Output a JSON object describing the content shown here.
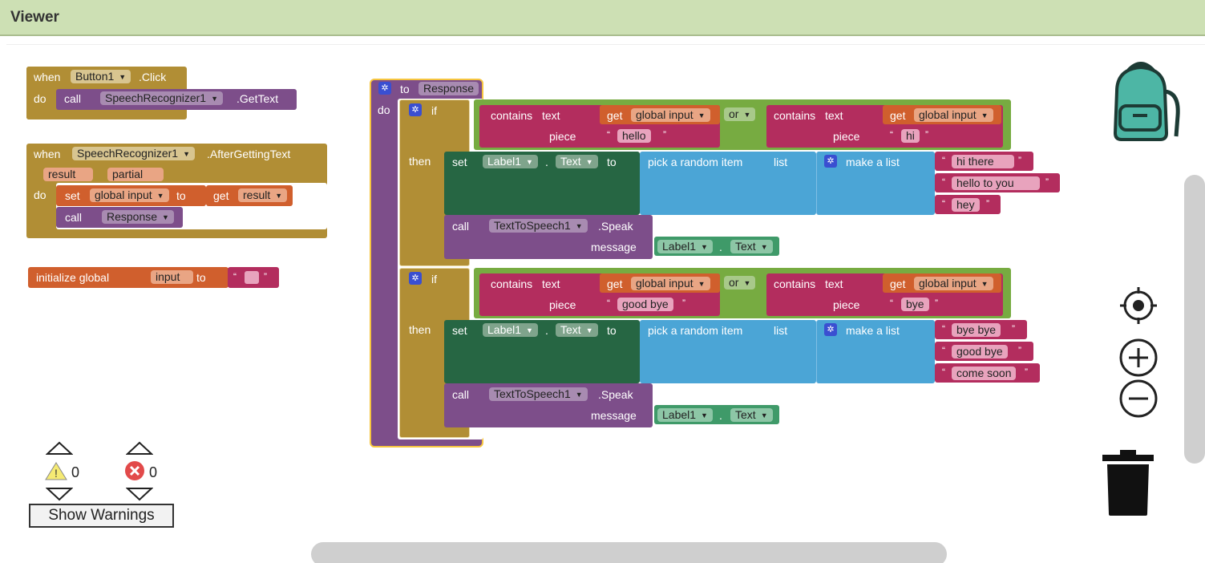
{
  "header": {
    "title": "Viewer"
  },
  "colors": {
    "event": "#b18e35",
    "procedure": "#7d4e8a",
    "variable": "#d05f2d",
    "text": "#b32d5e",
    "logic": "#77ab41",
    "list": "#4ba5d6",
    "component": "#266643",
    "getter": "#3f9a69"
  },
  "icons": {
    "backpack": "backpack-icon",
    "target": "center-icon",
    "zoomin": "zoom-in-icon",
    "zoomout": "zoom-out-icon",
    "trash": "trash-icon",
    "gear": "gear-icon",
    "warn": "warning-icon",
    "error": "error-icon"
  },
  "b1": {
    "when": "when",
    "comp": "Button1",
    "event": ".Click",
    "do": "do",
    "call": "call",
    "comp2": "SpeechRecognizer1",
    "method": ".GetText"
  },
  "b2": {
    "when": "when",
    "comp": "SpeechRecognizer1",
    "event": ".AfterGettingText",
    "p1": "result",
    "p2": "partial",
    "do": "do",
    "set": "set",
    "var": "global input",
    "to": "to",
    "get": "get",
    "getvar": "result",
    "call": "call",
    "proc": "Response"
  },
  "b3": {
    "label": "initialize global",
    "name": "input",
    "to": "to",
    "ql": "“",
    "qr": "”"
  },
  "resp": {
    "to": "to",
    "name": "Response",
    "do": "do",
    "if1": {
      "if": "if",
      "contains": "contains",
      "text": "text",
      "piece": "piece",
      "get": "get",
      "var": "global input",
      "or": "or",
      "s1": "hello",
      "s2": "hi",
      "then": "then",
      "set": "set",
      "comp": "Label1",
      "dot": ".",
      "prop": "Text",
      "to": "to",
      "pick": "pick a random item",
      "list": "list",
      "make": "make a list",
      "items": [
        "hi there",
        "hello to you",
        "hey"
      ],
      "call": "call",
      "speak_comp": "TextToSpeech1",
      "speak": ".Speak",
      "message": "message"
    },
    "if2": {
      "if": "if",
      "contains": "contains",
      "text": "text",
      "piece": "piece",
      "get": "get",
      "var": "global input",
      "or": "or",
      "s1": "good bye",
      "s2": "bye",
      "then": "then",
      "set": "set",
      "comp": "Label1",
      "dot": ".",
      "prop": "Text",
      "to": "to",
      "pick": "pick a random item",
      "list": "list",
      "make": "make a list",
      "items": [
        "bye bye",
        "good bye",
        "come soon"
      ],
      "call": "call",
      "speak_comp": "TextToSpeech1",
      "speak": ".Speak",
      "message": "message"
    }
  },
  "warnings": {
    "warn_count": "0",
    "error_count": "0",
    "button": "Show Warnings"
  },
  "q": {
    "l": "“",
    "r": "”"
  }
}
